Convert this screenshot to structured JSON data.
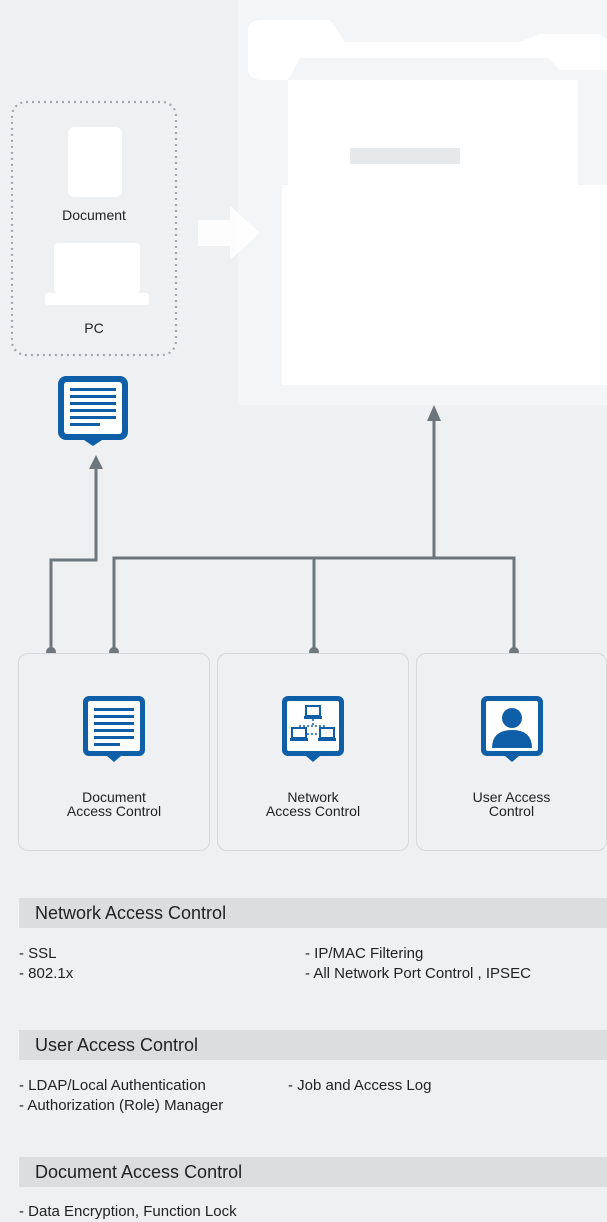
{
  "source_group": {
    "document_label": "Document",
    "pc_label": "PC"
  },
  "cards": [
    {
      "id": "document",
      "line1": "Document",
      "line2": "Access Control",
      "icon": "document-icon"
    },
    {
      "id": "network",
      "line1": "Network",
      "line2": "Access Control",
      "icon": "network-icon"
    },
    {
      "id": "user",
      "line1": "User Access",
      "line2": "Control",
      "icon": "user-icon"
    }
  ],
  "sections": {
    "network": {
      "title": "Network Access Control",
      "left_items": [
        "- SSL",
        "- 802.1x"
      ],
      "right_items": [
        "- IP/MAC Filtering",
        "- All Network Port Control , IPSEC"
      ]
    },
    "user": {
      "title": "User Access Control",
      "left_items": [
        "- LDAP/Local Authentication",
        "- Authorization (Role) Manager"
      ],
      "right_items": [
        "- Job and Access Log"
      ]
    },
    "document": {
      "title": "Document Access Control",
      "left_items": [
        "- Data Encryption, Function Lock"
      ]
    }
  },
  "colors": {
    "background": "#eff0f1",
    "accent_blue": "#0f5ea8",
    "connector_gray": "#6c767d",
    "silhouette_white": "#ffffff",
    "section_bar": "#dcdddf"
  }
}
